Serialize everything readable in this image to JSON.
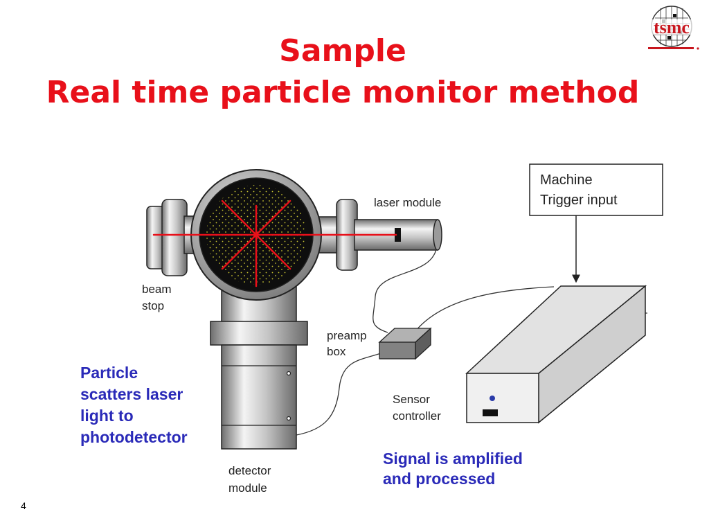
{
  "slide": {
    "title_line1": "Sample",
    "title_line2": "Real time particle monitor method",
    "page_number": "4"
  },
  "logo": {
    "text": "tsmc"
  },
  "diagram": {
    "labels": {
      "laser_module": "laser module",
      "beam_stop_1": "beam",
      "beam_stop_2": "stop",
      "preamp_1": "preamp",
      "preamp_2": "box",
      "sensor_1": "Sensor",
      "sensor_2": "controller",
      "detector_1": "detector",
      "detector_2": "module",
      "machine_trigger_1": "Machine",
      "machine_trigger_2": "Trigger input"
    },
    "annotations": {
      "particle_1": "Particle",
      "particle_2": "scatters laser",
      "particle_3": "light to",
      "particle_4": "photodetector",
      "signal_1": "Signal is amplified",
      "signal_2": "and processed"
    }
  },
  "colors": {
    "title": "#e8101a",
    "annotation": "#2a2ab8",
    "laser": "#e8101a",
    "logo": "#c8161e"
  }
}
